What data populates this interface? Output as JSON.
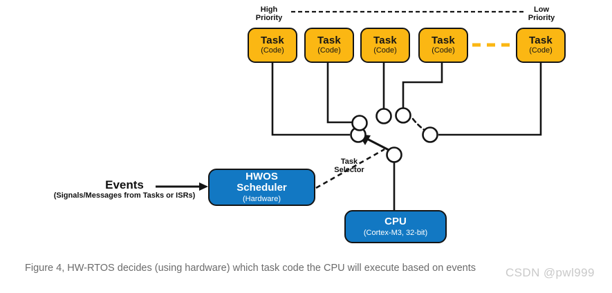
{
  "figure": {
    "caption": "Figure 4, HW-RTOS decides (using hardware) which task code the CPU will execute based on events",
    "watermark": "CSDN @pwl999"
  },
  "labels": {
    "high_priority": "High\nPriority",
    "high_priority_line1": "High",
    "high_priority_line2": "Priority",
    "low_priority_line1": "Low",
    "low_priority_line2": "Priority",
    "task_selector_line1": "Task",
    "task_selector_line2": "Selector",
    "events": "Events",
    "events_sub": "(Signals/Messages from Tasks or ISRs)"
  },
  "tasks": [
    {
      "title": "Task",
      "sub": "(Code)"
    },
    {
      "title": "Task",
      "sub": "(Code)"
    },
    {
      "title": "Task",
      "sub": "(Code)"
    },
    {
      "title": "Task",
      "sub": "(Code)"
    },
    {
      "title": "Task",
      "sub": "(Code)"
    }
  ],
  "scheduler": {
    "title_line1": "HWOS",
    "title_line2": "Scheduler",
    "sub": "(Hardware)"
  },
  "cpu": {
    "title": "CPU",
    "sub": "(Cortex-M3, 32-bit)"
  },
  "colors": {
    "task_fill": "#FBB713",
    "task_stroke": "#141414",
    "blue_fill": "#1278C3",
    "blue_stroke": "#141414",
    "wire": "#141414",
    "orange_dash": "#FBB713",
    "caption_text": "#6b6b6b",
    "watermark_text": "#c9c9c9",
    "background": "#ffffff"
  }
}
